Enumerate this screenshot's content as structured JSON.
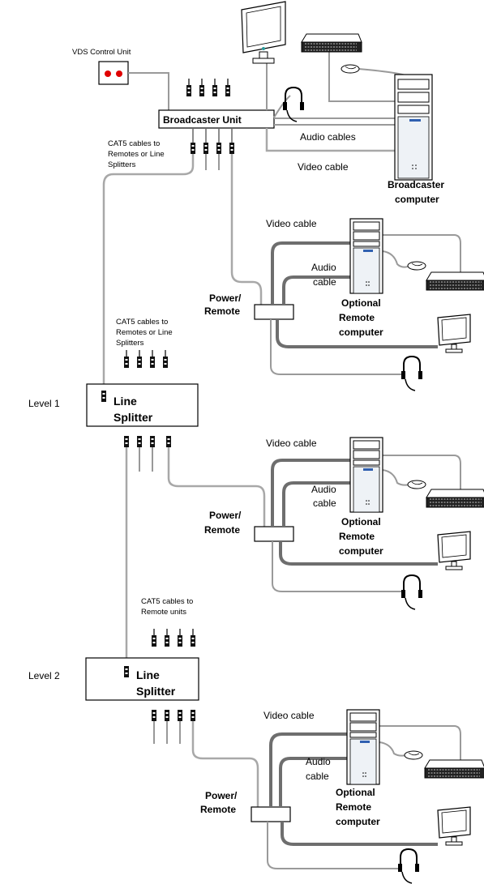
{
  "labels": {
    "vds_control_unit": "VDS Control Unit",
    "broadcaster_unit": "Broadcaster Unit",
    "audio_cables": "Audio cables",
    "video_cable": "Video cable",
    "cat5_top_1": "CAT5 cables to",
    "cat5_top_2": "Remotes or Line",
    "cat5_top_3": "Splitters",
    "broadcaster_computer_1": "Broadcaster",
    "broadcaster_computer_2": "computer",
    "video_cable_r1": "Video cable",
    "audio_r1_1": "Audio",
    "audio_r1_2": "cable",
    "power_r1_1": "Power/",
    "power_r1_2": "Remote",
    "optional_r1_1": "Optional",
    "optional_r1_2": "Remote",
    "optional_r1_3": "computer",
    "cat5_mid_1": "CAT5 cables to",
    "cat5_mid_2": "Remotes or Line",
    "cat5_mid_3": "Splitters",
    "level1": "Level 1",
    "splitter1_1": "Line",
    "splitter1_2": "Splitter",
    "video_cable_r2": "Video cable",
    "audio_r2_1": "Audio",
    "audio_r2_2": "cable",
    "power_r2_1": "Power/",
    "power_r2_2": "Remote",
    "optional_r2_1": "Optional",
    "optional_r2_2": "Remote",
    "optional_r2_3": "computer",
    "cat5_low_1": "CAT5 cables to",
    "cat5_low_2": "Remote units",
    "level2": "Level 2",
    "splitter2_1": "Line",
    "splitter2_2": "Splitter",
    "video_cable_r3": "Video cable",
    "audio_r3_1": "Audio",
    "audio_r3_2": "cable",
    "power_r3_1": "Power/",
    "power_r3_2": "Remote",
    "optional_r3_1": "Optional",
    "optional_r3_2": "Remote",
    "optional_r3_3": "computer"
  },
  "colors": {
    "vds_led": "#e00000",
    "cable_light": "#9a9a9a",
    "cable_dark": "#6e6e6e",
    "led_blue": "#3060b0",
    "led_teal": "#2a9a9a"
  }
}
